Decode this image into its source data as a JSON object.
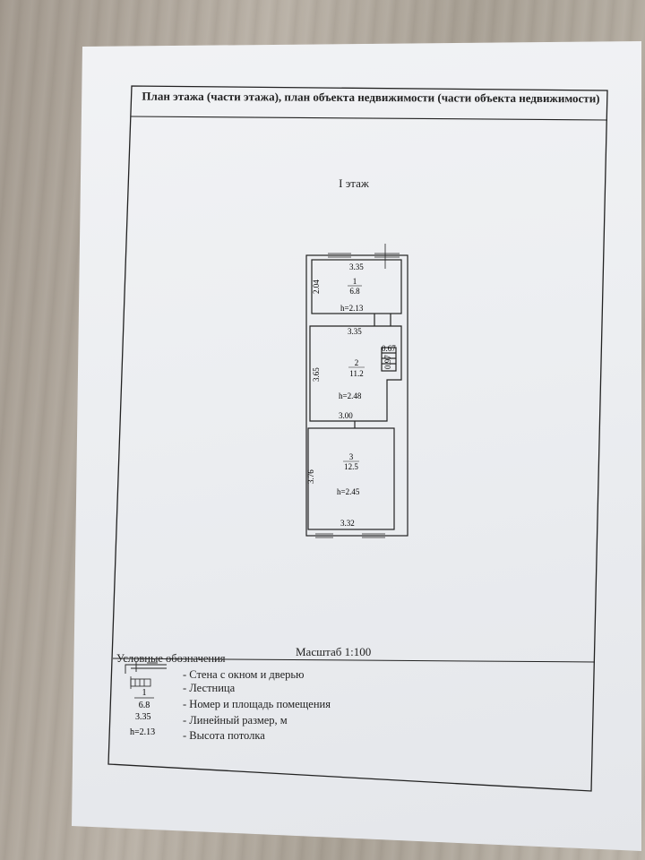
{
  "document": {
    "title": "План этажа (части этажа), план объекта недвижимости (части объекта недвижимости)",
    "floor_label": "I этаж",
    "scale": "Масштаб 1:100"
  },
  "rooms": [
    {
      "number": "1",
      "area": "6.8",
      "height": "h=2.13",
      "top_dim": "3.35",
      "side_dim": "2.04"
    },
    {
      "number": "2",
      "area": "11.2",
      "height": "h=2.48",
      "top_dim": "3.35",
      "side_dim": "3.65",
      "bottom_dim": "3.00",
      "stair_w": "0.67",
      "stair_l": "0.97"
    },
    {
      "number": "3",
      "area": "12.5",
      "height": "h=2.45",
      "side_dim": "3.76",
      "bottom_dim": "3.32"
    }
  ],
  "legend": {
    "title": "Условные обозначения",
    "items": [
      {
        "label": "- Стена с окном и дверью"
      },
      {
        "label": "- Лестница"
      },
      {
        "label": "- Номер и площадь помещения",
        "sample_number": "1",
        "sample_area": "6.8"
      },
      {
        "label": "- Линейный размер, м",
        "sample": "3.35"
      },
      {
        "label": "- Высота потолка",
        "sample": "h=2.13"
      }
    ]
  },
  "colors": {
    "ink": "#222222",
    "paper": "#eceef1",
    "table": "#b0a89c"
  }
}
